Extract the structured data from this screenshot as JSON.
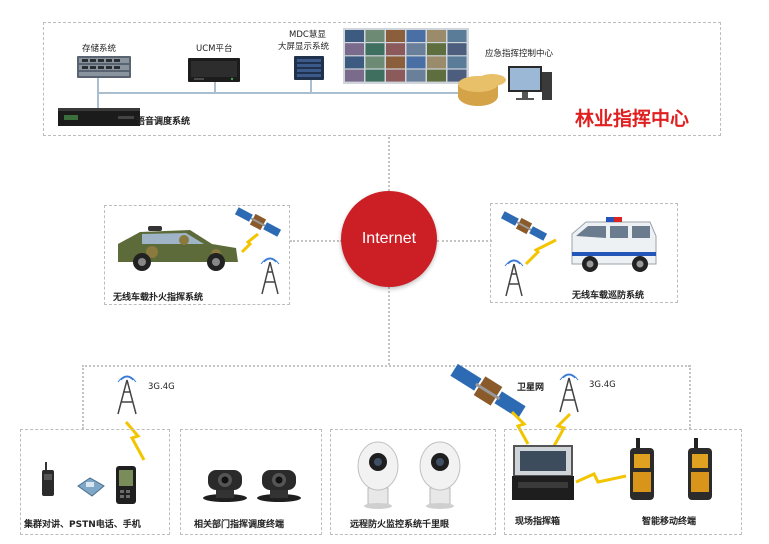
{
  "command_center": {
    "title": "林业指挥中心",
    "storage": "存储系统",
    "ucm": "UCM平台",
    "mdc_line1": "MDC慧显",
    "mdc_line2": "大屏显示系统",
    "emergency": "应急指挥控制中心",
    "voice": "语音调度系统"
  },
  "internet_label": "Internet",
  "vehicles": {
    "left": "无线车载扑火指挥系统",
    "right": "无线车载巡防系统"
  },
  "network": {
    "g_left": "3G.4G",
    "satellite": "卫星网",
    "g_right": "3G.4G"
  },
  "terminals": {
    "t1": "集群对讲、PSTN电话、手机",
    "t2": "相关部门指挥调度终端",
    "t3": "远程防火监控系统千里眼",
    "t4": "现场指挥箱",
    "t5": "智能移动终端"
  },
  "colors": {
    "accent_red": "#cc1f25",
    "title_red": "#e02020",
    "dash_gray": "#bdbdbd"
  }
}
